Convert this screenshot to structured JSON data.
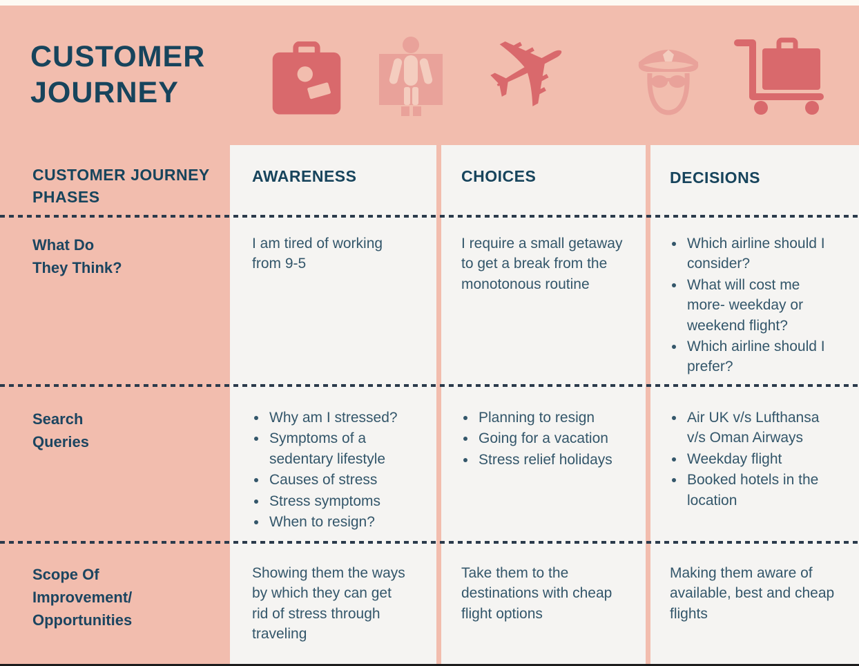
{
  "page": {
    "title": "CUSTOMER JOURNEY"
  },
  "colors": {
    "background_pink": "#f2bdae",
    "column_bg": "#f5f4f2",
    "heading_navy": "#17445c",
    "body_text": "#33566a",
    "icon_dark_red": "#d9696c",
    "icon_light_pink": "#e9a29a",
    "dotted_line": "#2b3b4c"
  },
  "icons": [
    {
      "name": "suitcase-icon"
    },
    {
      "name": "body-scanner-icon"
    },
    {
      "name": "airplane-icon",
      "glyph": "✈"
    },
    {
      "name": "pilot-icon"
    },
    {
      "name": "luggage-cart-icon"
    }
  ],
  "table": {
    "corner_label": "CUSTOMER JOURNEY PHASES",
    "columns": [
      "AWARENESS",
      "CHOICES",
      "DECISIONS"
    ],
    "rows": [
      {
        "label_lines": [
          "What Do",
          "They Think?"
        ],
        "awareness": {
          "text": "I am tired of working from 9-5"
        },
        "choices": {
          "text": "I require a small getaway to get a break from the monotonous routine"
        },
        "decisions": {
          "items": [
            "Which airline should I consider?",
            "What will cost me more- weekday or weekend flight?",
            "Which airline should I prefer?"
          ]
        }
      },
      {
        "label_lines": [
          "Search",
          "Queries"
        ],
        "awareness": {
          "items": [
            "Why am I stressed?",
            "Symptoms of a sedentary lifestyle",
            "Causes of stress",
            "Stress symptoms",
            "When to resign?"
          ]
        },
        "choices": {
          "items": [
            "Planning to resign",
            "Going for a vacation",
            "Stress relief holidays"
          ]
        },
        "decisions": {
          "items": [
            "Air UK v/s Lufthansa v/s Oman Airways",
            "Weekday flight",
            "Booked hotels in the location"
          ]
        }
      },
      {
        "label_lines": [
          "Scope Of",
          "Improvement/",
          "Opportunities"
        ],
        "awareness": {
          "text": "Showing them the ways by which they can get rid of stress through traveling"
        },
        "choices": {
          "text": "Take them to the destinations with cheap flight options"
        },
        "decisions": {
          "text": "Making them aware of available, best and cheap flights"
        }
      }
    ]
  }
}
